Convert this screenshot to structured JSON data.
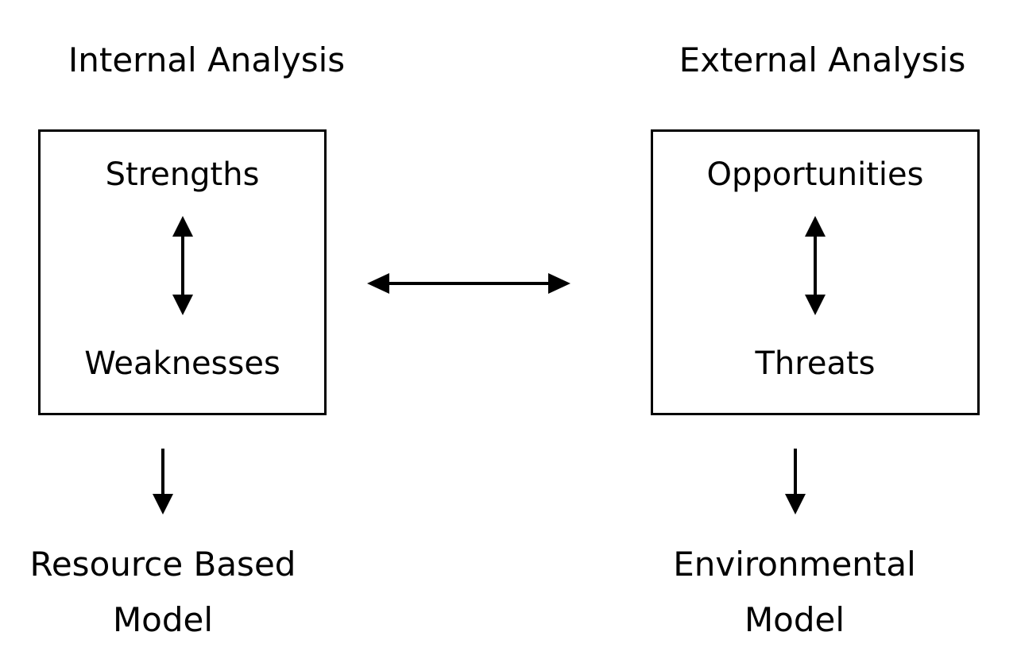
{
  "internal": {
    "heading": "Internal Analysis",
    "box": {
      "top": "Strengths",
      "bottom": "Weaknesses"
    },
    "result_line1": "Resource Based",
    "result_line2": "Model"
  },
  "external": {
    "heading": "External Analysis",
    "box": {
      "top": "Opportunities",
      "bottom": "Threats"
    },
    "result_line1": "Environmental",
    "result_line2": "Model"
  },
  "colors": {
    "stroke": "#000000",
    "background": "#ffffff"
  }
}
